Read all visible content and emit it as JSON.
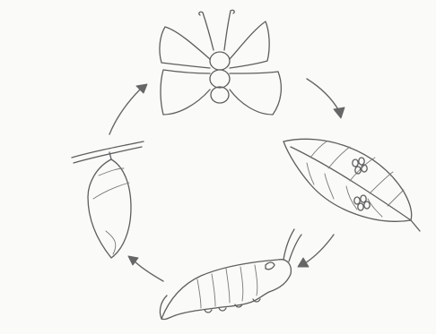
{
  "diagram": {
    "stages": [
      "butterfly",
      "leaf-with-eggs",
      "caterpillar",
      "chrysalis"
    ],
    "ink_color": "#5e5e5e",
    "background_color": "#fafaf8"
  }
}
